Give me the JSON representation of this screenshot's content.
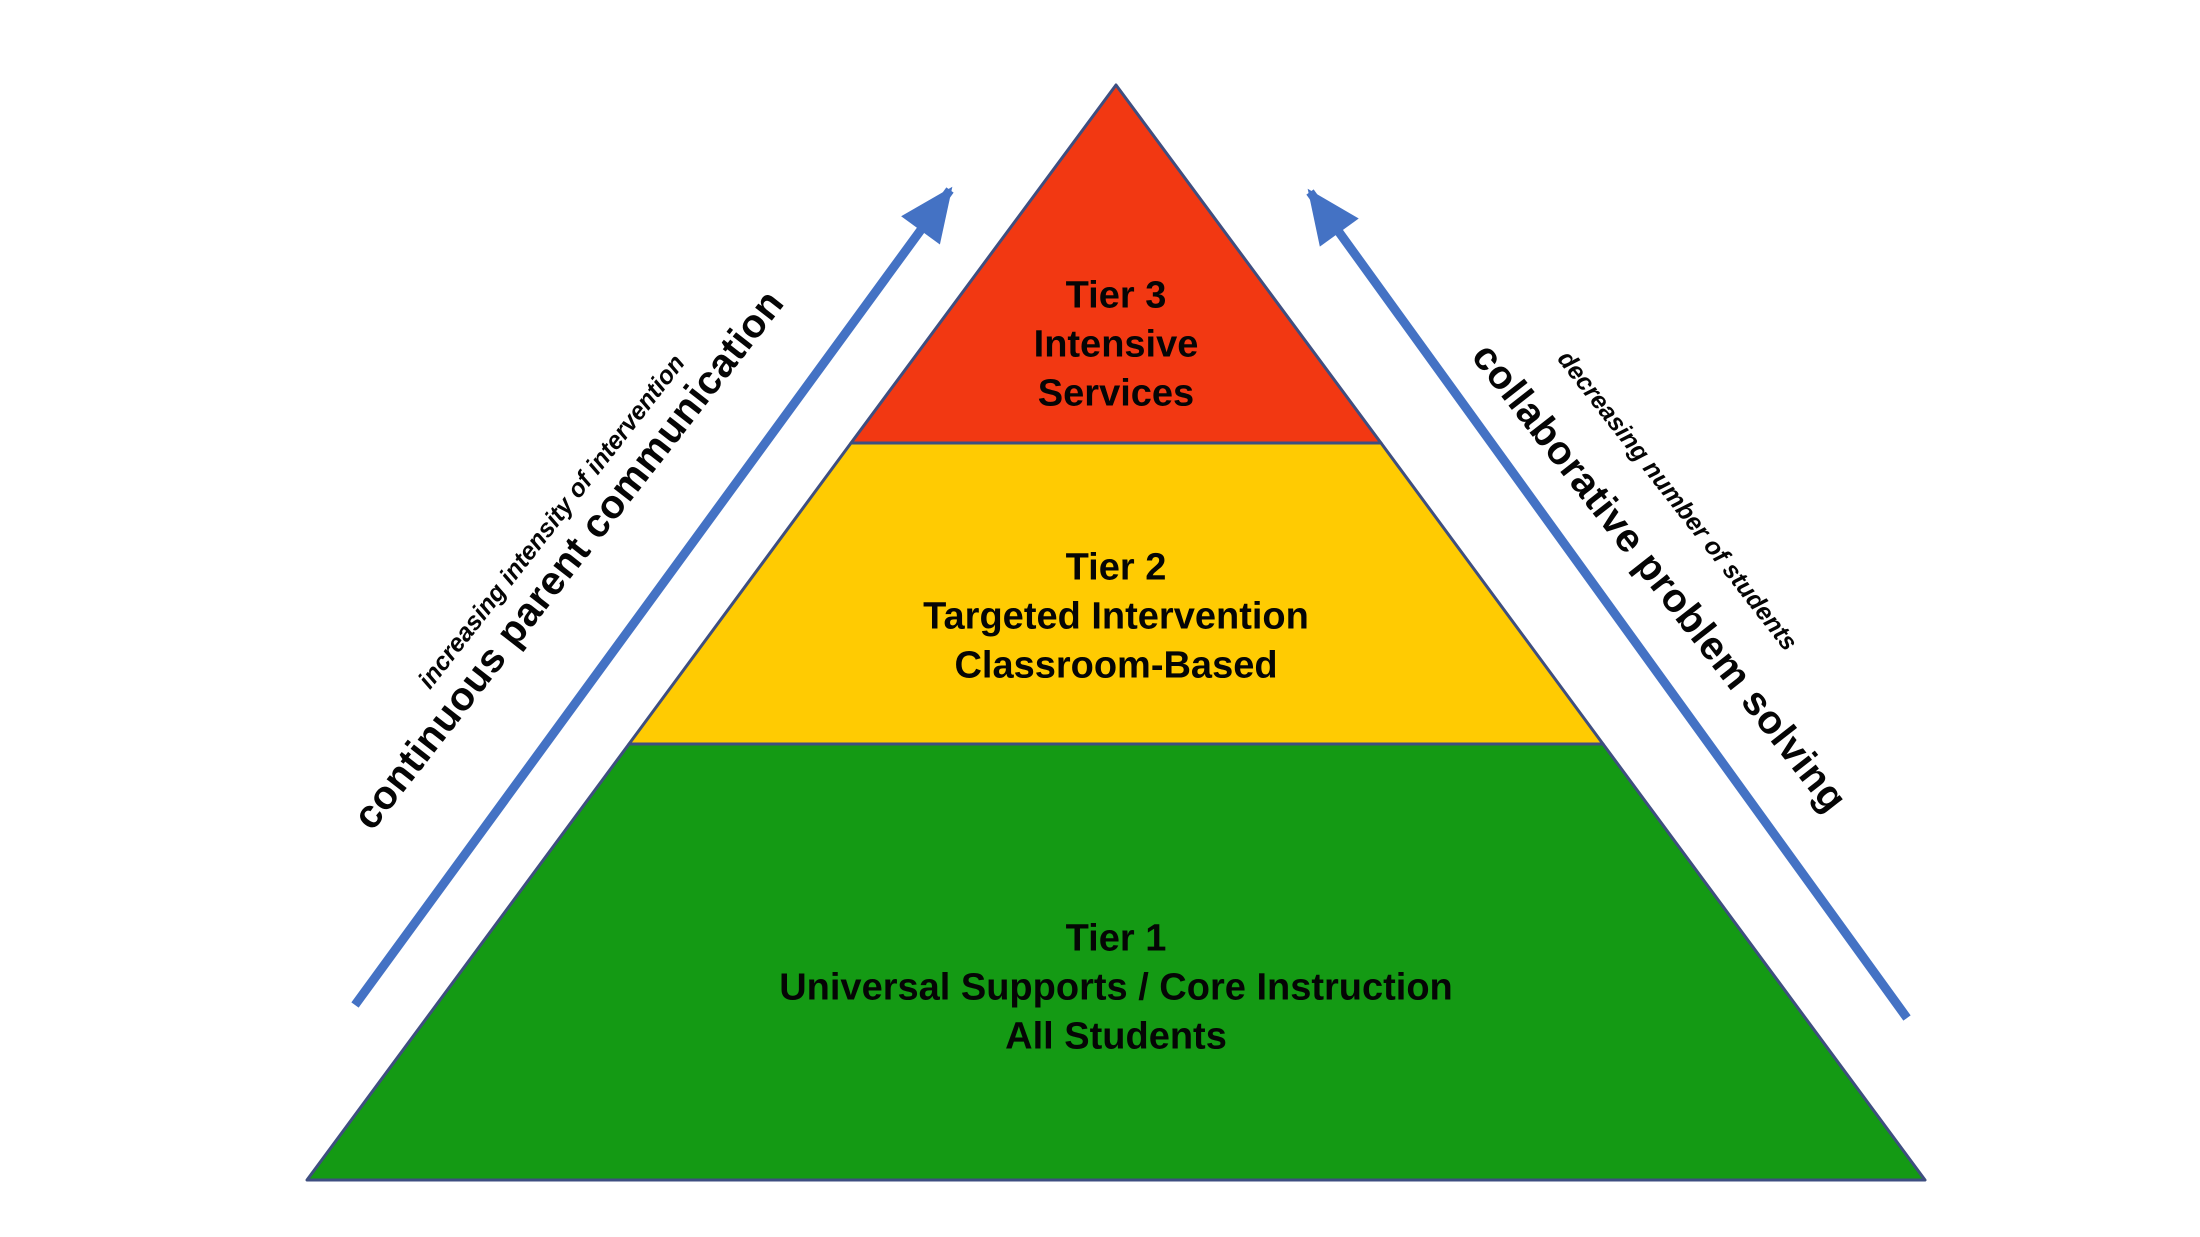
{
  "diagram": {
    "arrow_color": "#4472C4",
    "outline_color": "#3E4E80",
    "pyramid": {
      "tiers": [
        {
          "id": "tier-3",
          "color": "#F23812",
          "lines": [
            "Tier 3",
            "Intensive",
            "Services"
          ]
        },
        {
          "id": "tier-2",
          "color": "#FFCB02",
          "lines": [
            "Tier 2",
            "Targeted Intervention",
            "Classroom-Based"
          ]
        },
        {
          "id": "tier-1",
          "color": "#149A14",
          "lines": [
            "Tier 1",
            "Universal Supports / Core Instruction",
            "All Students"
          ]
        }
      ]
    },
    "left_annotations": {
      "secondary": "increasing intensity of intervention",
      "primary": "continuous parent communication"
    },
    "right_annotations": {
      "secondary": "decreasing number of students",
      "primary": "collaborative problem solving"
    }
  }
}
